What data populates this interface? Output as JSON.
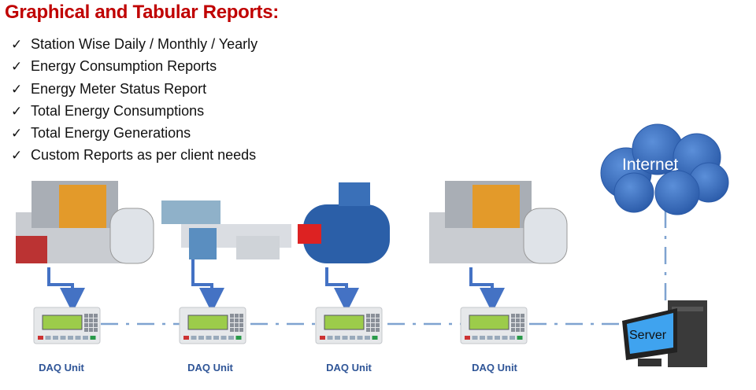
{
  "title": "Graphical and Tabular Reports:",
  "check_symbol": "✓",
  "reports": [
    "Station Wise Daily / Monthly / Yearly",
    "Energy Consumption Reports",
    "Energy Meter Status Report",
    "Total Energy Consumptions",
    "Total Energy Generations",
    "Custom Reports as per client needs"
  ],
  "daq_units": [
    "DAQ Unit",
    "DAQ Unit",
    "DAQ Unit",
    "DAQ Unit"
  ],
  "cloud_label": "Internet",
  "server_label": "Server",
  "colors": {
    "title": "#c00000",
    "label": "#2f5597",
    "cloud": "#3b6fc4",
    "line": "#7fa3d0"
  }
}
